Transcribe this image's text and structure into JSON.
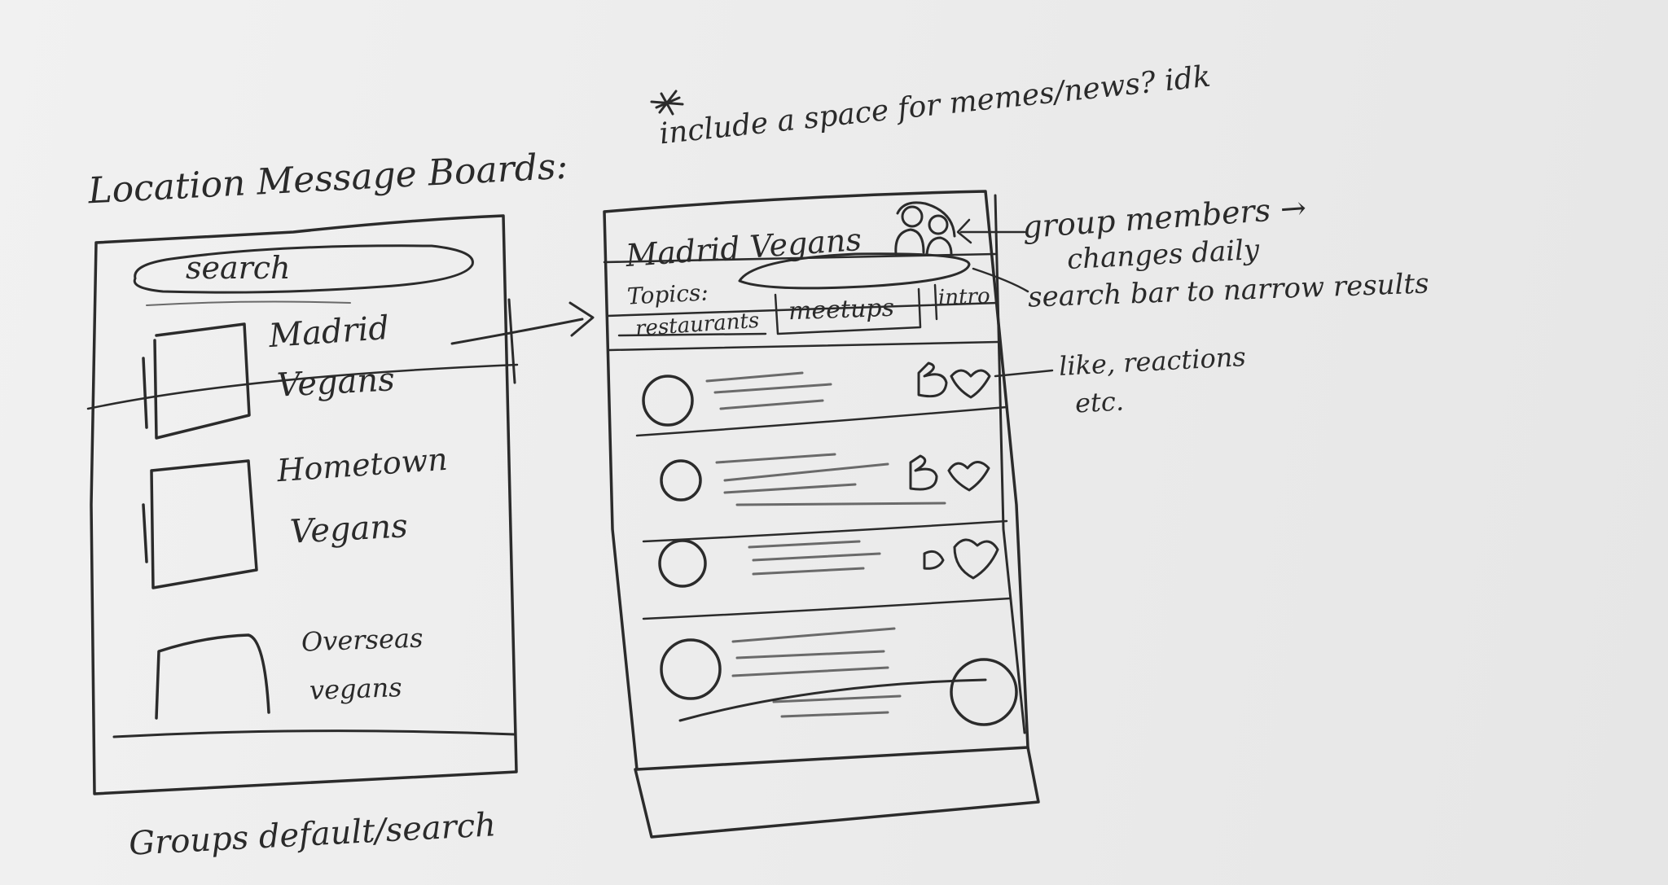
{
  "heading": "Location Message Boards:",
  "note": "include a space for memes/news? idk",
  "groups_screen": {
    "search_label": "search",
    "groups": [
      {
        "name_line1": "Madrid",
        "name_line2": "Vegans"
      },
      {
        "name_line1": "Hometown",
        "name_line2": "Vegans"
      },
      {
        "name_line1": "Overseas",
        "name_line2": "vegans"
      }
    ],
    "caption": "Groups default/search"
  },
  "board_screen": {
    "title": "Madrid Vegans",
    "topics_label": "Topics:",
    "topics": [
      "restaurants",
      "meetups",
      "intro"
    ]
  },
  "annotations": {
    "members_line1": "group members →",
    "members_line2": "changes daily",
    "search_bar": "search bar to narrow results",
    "likes_line1": "like, reactions",
    "likes_line2": "etc."
  }
}
